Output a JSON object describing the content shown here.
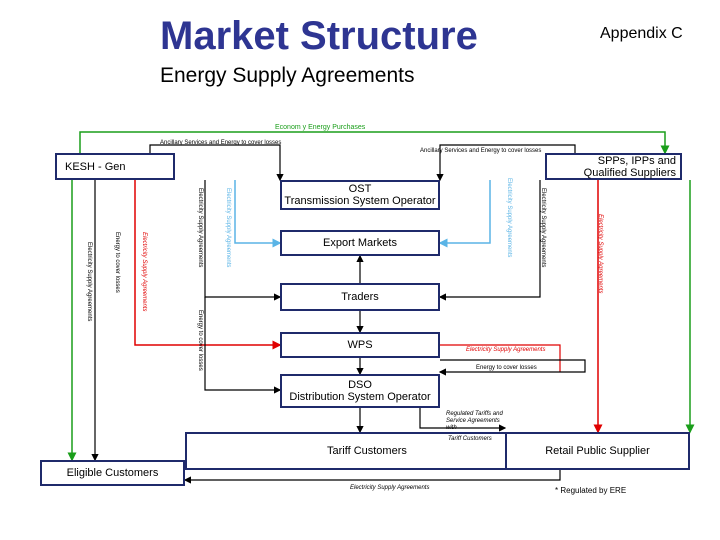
{
  "header": {
    "title": "Market Structure",
    "appendix": "Appendix C",
    "subtitle": "Energy Supply Agreements"
  },
  "nodes": {
    "kesh_gen": "KESH - Gen",
    "spps": "SPPs, IPPs and Qualified Suppliers",
    "ost": "OST\nTransmission System Operator",
    "export_markets": "Export Markets",
    "traders": "Traders",
    "wps": "WPS",
    "dso": "DSO\nDistribution System Operator",
    "tariff_customers": "Tariff Customers",
    "retail_public_supplier": "Retail Public Supplier",
    "eligible_customers": "Eligible Customers"
  },
  "labels": {
    "economy_energy_purchases": "Econom y Energy Purchases",
    "ancillary_left": "Ancillary Services and Energy to cover losses",
    "ancillary_right": "Ancillary Services and Energy to cover losses",
    "esa_vert_1": "Electricity Supply Agreements",
    "esa_vert_2": "Electricity Supply Agreements",
    "esa_vert_3": "Electricity Supply Agreements",
    "esa_vert_4": "Electricity Supply Agreements",
    "esa_vert_5": "Electricity Supply Agreements",
    "esa_vert_6": "Electricity Supply Agreements",
    "esa_vert_7": "Electricity Supply Agreements",
    "energy_losses_vert_1": "Energy to cover losses",
    "energy_losses_vert_2": "Energy to cover losses",
    "esa_wps_right": "Electricity Supply Agreements",
    "energy_cover_losses_right": "Energy to cover losses",
    "regulated_tariffs": "Regulated Tariffs and Service Agreements with",
    "tariff_customers_small": "Tariff Customers",
    "esa_bottom": "Electricity Supply Agreements",
    "footnote": "* Regulated by ERE"
  },
  "colors": {
    "title": "#2e3592",
    "box_border": "#1f2a6b",
    "black_line": "#000000",
    "red_line": "#e00000",
    "green_line": "#1a9e1a",
    "blue_line": "#5ab4e6"
  }
}
